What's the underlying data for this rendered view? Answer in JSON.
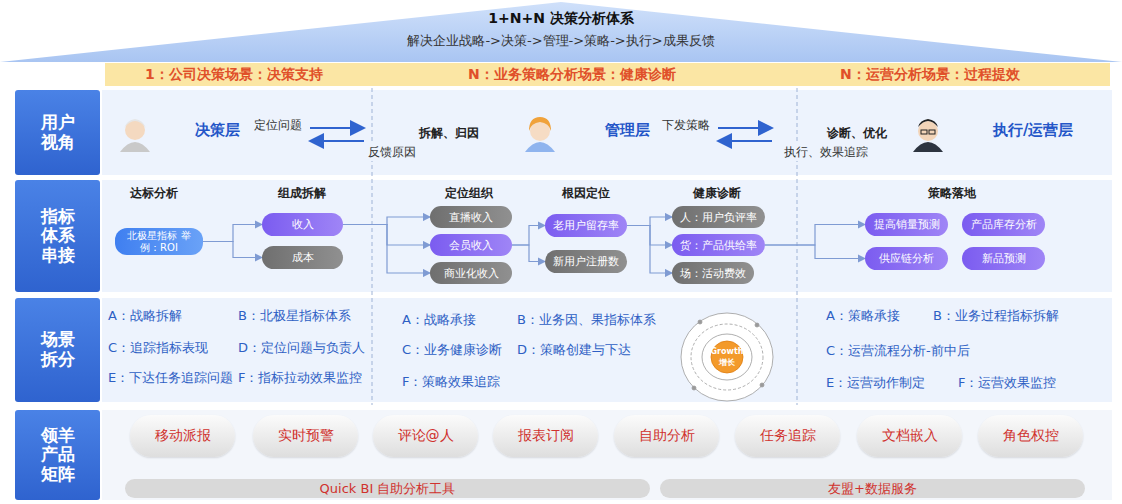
{
  "diagram": {
    "title": "1+N+N 决策分析体系",
    "nodes": [
      {
        "text": [
          "1：公司决策场景：决策支持",
          "N：业务策略分析场景：健康诊断",
          "N：运营分析场景：过程提效"
        ]
      },
      {
        "text": [
          "用户视角"
        ]
      },
      {
        "text": [
          "指标体系串接"
        ]
      },
      {
        "text": [
          "场景拆分"
        ]
      },
      {
        "text": [
          "领羊产品矩阵"
        ]
      },
      {
        "text": [
          "北极星指标 举例：ROI"
        ]
      },
      {
        "text": [
          "收入"
        ]
      },
      {
        "text": [
          "成本"
        ]
      },
      {
        "text": [
          "直播收入"
        ]
      },
      {
        "text": [
          "会员收入"
        ]
      },
      {
        "text": [
          "商业化收入"
        ]
      },
      {
        "text": [
          "老用户留存率"
        ]
      },
      {
        "text": [
          "新用户注册数"
        ]
      },
      {
        "text": [
          "人：用户负评率"
        ]
      },
      {
        "text": [
          "货：产品供给率"
        ]
      },
      {
        "text": [
          "场：活动费效"
        ]
      },
      {
        "text": [
          "提高销量预测"
        ]
      },
      {
        "text": [
          "产品库存分析"
        ]
      },
      {
        "text": [
          "供应链分析"
        ]
      },
      {
        "text": [
          "新品预测"
        ]
      },
      {
        "text": [
          "移动派报"
        ]
      },
      {
        "text": [
          "实时预警"
        ]
      },
      {
        "text": [
          "评论@人"
        ]
      },
      {
        "text": [
          "报表订阅"
        ]
      },
      {
        "text": [
          "自助分析"
        ]
      },
      {
        "text": [
          "任务追踪"
        ]
      },
      {
        "text": [
          "文档嵌入"
        ]
      },
      {
        "text": [
          "角色权控"
        ]
      },
      {
        "text": [
          "Quick BI 自助分析工具"
        ]
      },
      {
        "text": [
          "友盟+数据服务"
        ]
      }
    ],
    "edges": [
      {
        "from": 5,
        "to": 6,
        "arrow": "to"
      },
      {
        "from": 5,
        "to": 7,
        "arrow": "to"
      },
      {
        "from": 6,
        "to": 8,
        "arrow": "to"
      },
      {
        "from": 6,
        "to": 9,
        "arrow": "to"
      },
      {
        "from": 6,
        "to": 10,
        "arrow": "to"
      },
      {
        "from": 9,
        "to": 11,
        "arrow": "to"
      },
      {
        "from": 9,
        "to": 12,
        "arrow": "to"
      },
      {
        "from": 11,
        "to": 13,
        "arrow": "to"
      },
      {
        "from": 11,
        "to": 14,
        "arrow": "to"
      },
      {
        "from": 11,
        "to": 15,
        "arrow": "to"
      },
      {
        "from": 14,
        "to": 16,
        "arrow": "to"
      },
      {
        "from": 14,
        "to": 18,
        "arrow": "to"
      }
    ],
    "labels": [
      "解决企业战略->决策->管理->策略->执行>成果反馈",
      "决策层",
      "定位问题",
      "反馈原因",
      "拆解、归因",
      "管理层",
      "下发策略",
      "诊断、优化",
      "执行、效果追踪",
      "执行/运营层",
      "达标分析",
      "组成拆解",
      "定位组织",
      "根因定位",
      "健康诊断",
      "策略落地",
      "A：战略拆解",
      "B：北极星指标体系",
      "C：追踪指标表现",
      "D：定位问题与负责人",
      "E：下达任务追踪问题",
      "F：指标拉动效果监控",
      "A：战略承接",
      "B：业务因、果指标体系",
      "C：业务健康诊断",
      "D：策略创建与下达",
      "F：策略效果追踪",
      "Growth",
      "增长",
      "A：策略承接",
      "B：业务过程指标拆解",
      "C：运营流程分析-前中后",
      "E：运营动作制定",
      "F：运营效果监控"
    ]
  }
}
